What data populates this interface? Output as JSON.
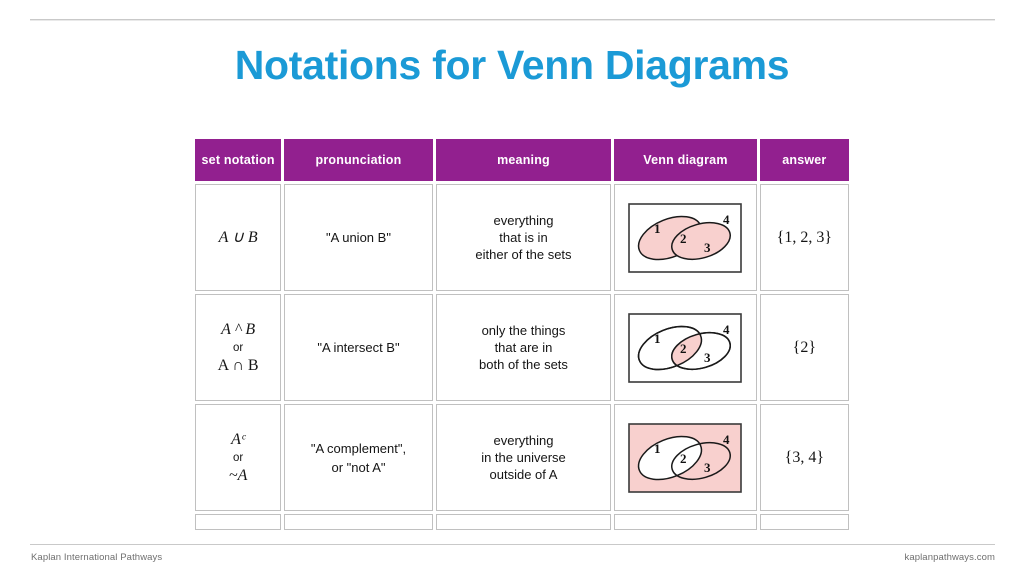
{
  "slide": {
    "title": "Notations for Venn Diagrams",
    "title_color": "#1b9ad6",
    "background_color": "#ffffff"
  },
  "footer": {
    "left": "Kaplan International Pathways",
    "right": "kaplanpathways.com"
  },
  "table": {
    "header_bg": "#92208f",
    "header_text_color": "#ffffff",
    "cell_border_color": "#c0c0c0",
    "shade_color": "#f8d0ce",
    "columns": [
      "set notation",
      "pronunciation",
      "meaning",
      "Venn diagram",
      "answer"
    ],
    "rows": [
      {
        "notation_line1": "A ∪ B",
        "notation_line2": "",
        "notation_line3": "",
        "pronunciation": "\"A union B\"",
        "meaning_line1": "everything",
        "meaning_line2": "that is in",
        "meaning_line3": "either of the sets",
        "venn": {
          "name": "union-venn",
          "shaded_regions": [
            "A only",
            "A and B",
            "B only"
          ],
          "labels": [
            "1",
            "2",
            "3",
            "4"
          ],
          "label_1_region": "A only",
          "label_2_region": "A and B",
          "label_3_region": "B only",
          "label_4_region": "outside both sets"
        },
        "answer": "{1, 2, 3}"
      },
      {
        "notation_line1": "A ^ B",
        "notation_line2": "or",
        "notation_line3": "A ∩ B",
        "pronunciation": "\"A intersect B\"",
        "meaning_line1": "only the things",
        "meaning_line2": "that are in",
        "meaning_line3": "both of the sets",
        "venn": {
          "name": "intersection-venn",
          "shaded_regions": [
            "A and B"
          ],
          "labels": [
            "1",
            "2",
            "3",
            "4"
          ],
          "label_1_region": "A only",
          "label_2_region": "A and B",
          "label_3_region": "B only",
          "label_4_region": "outside both sets"
        },
        "answer": "{2}"
      },
      {
        "notation_line1": "Aᶜ",
        "notation_line2": "or",
        "notation_line3": "~A",
        "pronunciation": "\"A complement\",",
        "pronunciation_line2": "or \"not A\"",
        "meaning_line1": "everything",
        "meaning_line2": "in the universe",
        "meaning_line3": "outside of A",
        "venn": {
          "name": "complement-venn",
          "shaded_regions": [
            "universe outside A"
          ],
          "labels": [
            "1",
            "2",
            "3",
            "4"
          ],
          "label_1_region": "A only",
          "label_2_region": "A and B",
          "label_3_region": "B only",
          "label_4_region": "outside both sets"
        },
        "answer": "{3, 4}"
      }
    ]
  }
}
